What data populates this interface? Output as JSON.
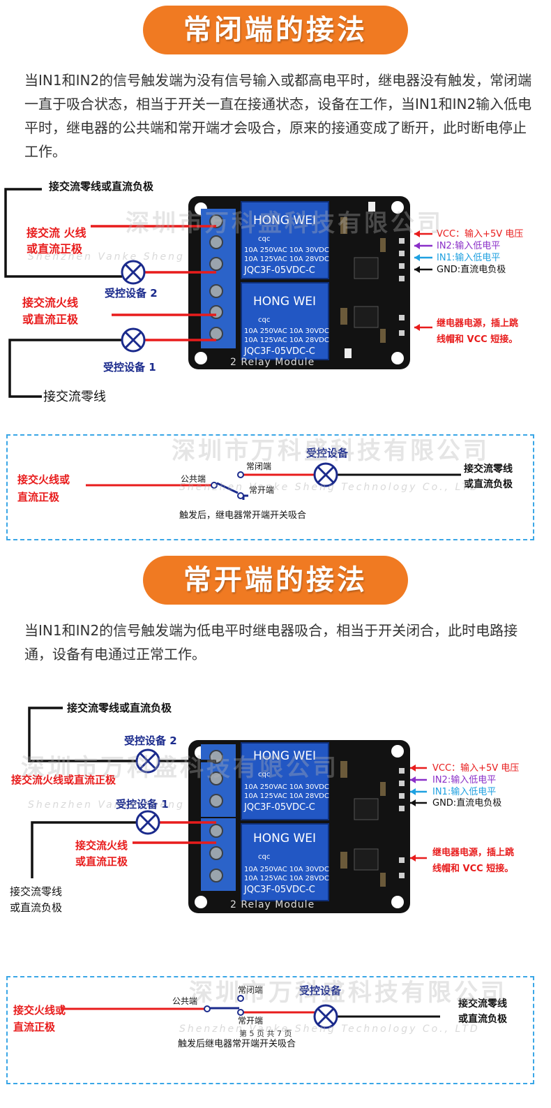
{
  "section1": {
    "title": "常闭端的接法",
    "description": "当IN1和IN2的信号触发端为没有信号输入或都高电平时，继电器没有触发，常闭端一直于吸合状态，相当于开关一直在接通状态，设备在工作，当IN1和IN2输入低电平时，继电器的公共端和常开端才会吸合，原来的接通变成了断开，此时断电停止工作。",
    "wiring": {
      "top_neutral": "接交流零线或直流负极",
      "live_1a": "接交流 火线",
      "live_1b": "或直流正极",
      "device_2": "受控设备 2",
      "live_2a": "接交流火线",
      "live_2b": "或直流正极",
      "device_1": "受控设备 1",
      "bottom_neutral": "接交流零线"
    },
    "pins": {
      "vcc": "VCC：输入+5V 电压",
      "in2": "IN2:输入低电平",
      "in1": "IN1:输入低电平",
      "gnd": "GND:直流电负极",
      "jumper_a": "继电器电源，插上跳",
      "jumper_b": "线帽和 VCC 短接。"
    },
    "schematic": {
      "left_a": "接交火线或",
      "left_b": "直流正极",
      "common": "公共端",
      "nc": "常闭端",
      "no": "常开端",
      "device": "受控设备",
      "right_a": "接交流零线",
      "right_b": "或直流负极",
      "caption": "触发后，继电器常开端开关吸合"
    }
  },
  "section2": {
    "title": "常开端的接法",
    "description": "当IN1和IN2的信号触发端为低电平时继电器吸合，相当于开关闭合，此时电路接通，设备有电通过正常工作。",
    "wiring": {
      "top_neutral": "接交流零线或直流负极",
      "device_2": "受控设备 2",
      "live_2": "接交流火线或直流正极",
      "device_1": "受控设备 1",
      "live_1a": "接交流火线",
      "live_1b": "或直流正极",
      "bottom_a": "接交流零线",
      "bottom_b": "或直流负极"
    },
    "pins": {
      "vcc": "VCC：输入+5V 电压",
      "in2": "IN2:输入低电平",
      "in1": "IN1:输入低电平",
      "gnd": "GND:直流电负极",
      "jumper_a": "继电器电源，插上跳",
      "jumper_b": "线帽和 VCC 短接。"
    },
    "schematic": {
      "left_a": "接交火线或",
      "left_b": "直流正极",
      "common": "公共端",
      "nc": "常闭端",
      "no": "常开端",
      "device": "受控设备",
      "right_a": "接交流零线",
      "right_b": "或直流负极",
      "caption": "触发后继电器常开端开关吸合",
      "page": "第 5 页 共 7 页"
    }
  },
  "module": {
    "brand": "HONG WEI",
    "rating1": "10A 250VAC 10A 30VDC",
    "rating2": "10A 125VAC 10A 28VDC",
    "model": "JQC3F-05VDC-C",
    "cert": "cqc",
    "board_label": "2 Relay Module"
  },
  "watermark": {
    "cn": "深圳市万科盛科技有限公司",
    "en1": "Shenzhen Vanke Sheng",
    "en2": "Shenzhen Vanke Sheng Technology Co., LTD"
  },
  "colors": {
    "banner": "#f07a22",
    "live_wire": "#e81c1c",
    "neutral_wire": "#111111",
    "device_blue": "#1a2a8c",
    "vcc_label": "#e81c1c",
    "in2_label": "#8a2fc8",
    "in1_label": "#1ea0e0",
    "gnd_label": "#111111",
    "dashed_box": "#3aa6e6"
  }
}
